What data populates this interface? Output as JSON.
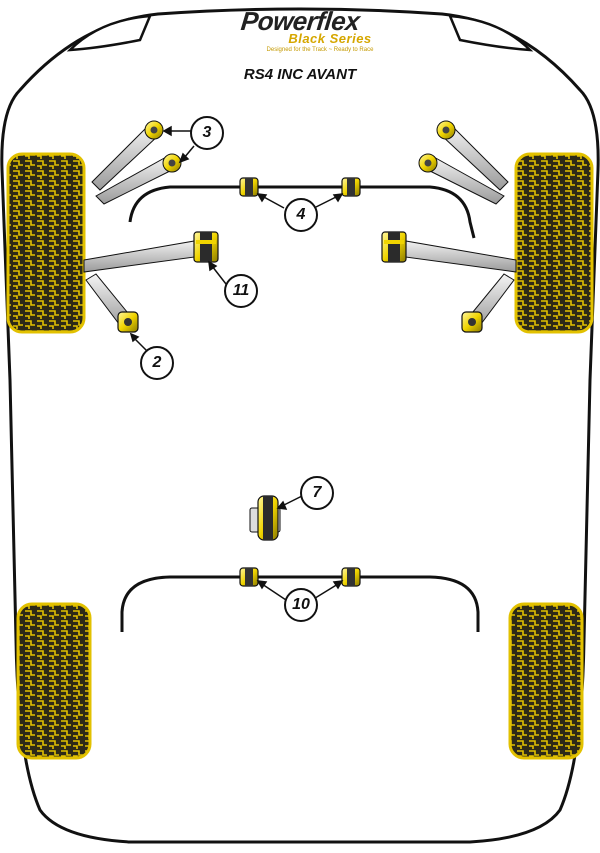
{
  "brand": {
    "name": "Powerflex",
    "series": "Black Series",
    "tagline": "Designed for the Track ~ Ready to Race"
  },
  "model": "RS4 INC AVANT",
  "callouts": [
    {
      "id": "callout-3",
      "label": "3"
    },
    {
      "id": "callout-4",
      "label": "4"
    },
    {
      "id": "callout-11",
      "label": "11"
    },
    {
      "id": "callout-2",
      "label": "2"
    },
    {
      "id": "callout-7",
      "label": "7"
    },
    {
      "id": "callout-10",
      "label": "10"
    }
  ],
  "colors": {
    "tyre": "#2d2a18",
    "tread": "#e2c100",
    "bush": "#f0d400",
    "outline": "#111111"
  }
}
